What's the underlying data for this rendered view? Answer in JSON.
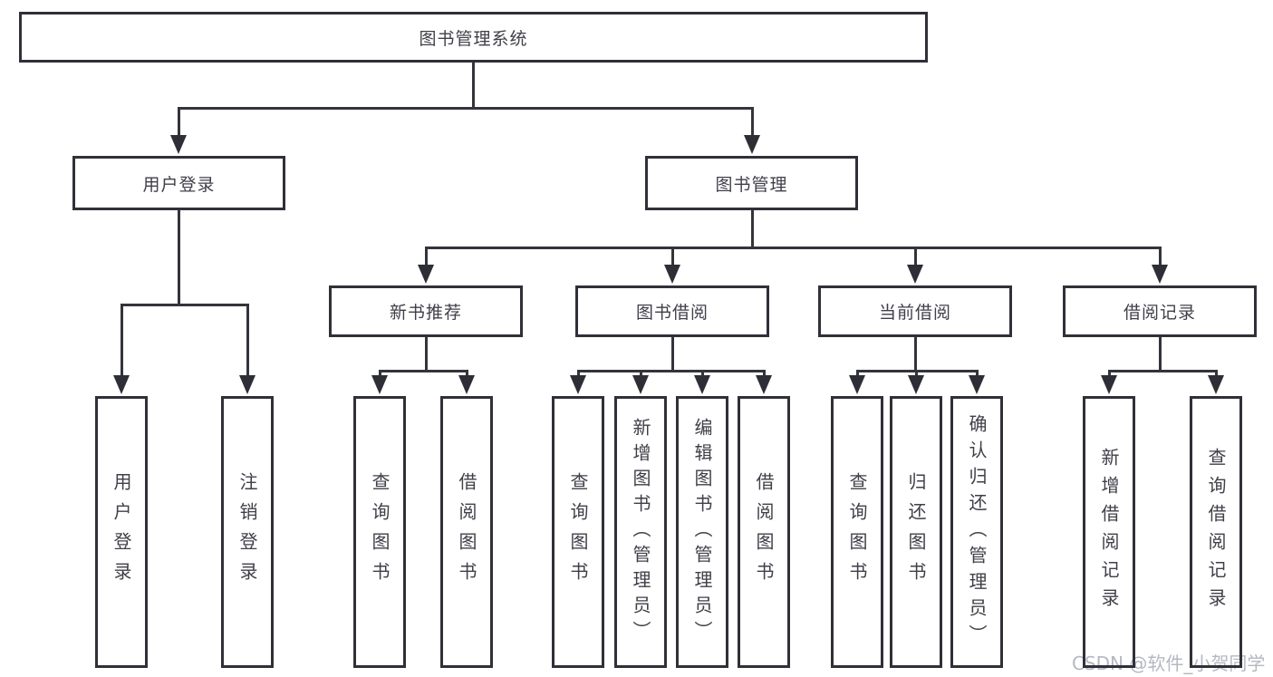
{
  "diagram": {
    "title": "图书管理系统",
    "branches": [
      {
        "label": "用户登录",
        "children": [
          {
            "label": "用户登录"
          },
          {
            "label": "注销登录"
          }
        ]
      },
      {
        "label": "图书管理",
        "children": [
          {
            "label": "新书推荐",
            "children": [
              {
                "label": "查询图书"
              },
              {
                "label": "借阅图书"
              }
            ]
          },
          {
            "label": "图书借阅",
            "children": [
              {
                "label": "查询图书"
              },
              {
                "label": "新增图书（管理员）"
              },
              {
                "label": "编辑图书（管理员）"
              },
              {
                "label": "借阅图书"
              }
            ]
          },
          {
            "label": "当前借阅",
            "children": [
              {
                "label": "查询图书"
              },
              {
                "label": "归还图书"
              },
              {
                "label": "确认归还（管理员）"
              }
            ]
          },
          {
            "label": "借阅记录",
            "children": [
              {
                "label": "新增借阅记录"
              },
              {
                "label": "查询借阅记录"
              }
            ]
          }
        ]
      }
    ]
  },
  "watermark": {
    "text": "CSDN @软件_小贺同学"
  },
  "colors": {
    "line": "#34343c",
    "box_border": "#303039",
    "text": "#3f3f48",
    "background": "#ffffff",
    "watermark": "#b4b8c2"
  }
}
